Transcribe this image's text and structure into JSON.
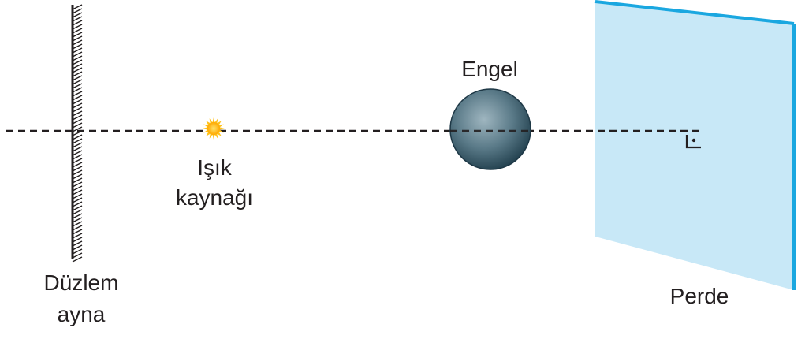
{
  "labels": {
    "mirror_line1": "Düzlem",
    "mirror_line2": "ayna",
    "source_line1": "Işık",
    "source_line2": "kaynağı",
    "obstacle": "Engel",
    "screen": "Perde"
  },
  "colors": {
    "line": "#231f20",
    "screen_fill": "#c8e8f7",
    "screen_edge": "#1aa7e0",
    "sphere_light": "#9fb6c0",
    "sphere_dark": "#2c4a58",
    "source_core": "#ffb400",
    "source_glow": "#ffd23f"
  },
  "icons": {
    "light_source": "sun-icon",
    "right_angle": "right-angle-mark-icon"
  }
}
